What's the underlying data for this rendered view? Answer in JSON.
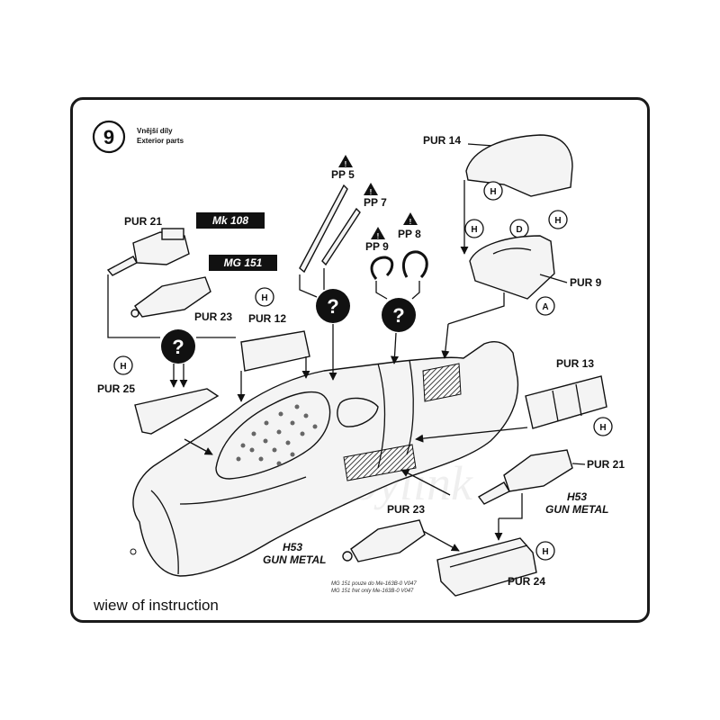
{
  "step_number": "9",
  "step_title_cz": "Vnější díly",
  "step_title_en": "Exterior parts",
  "labels": {
    "pur21_top": "PUR 21",
    "mk108": "Mk 108",
    "mg151": "MG 151",
    "pur23_top": "PUR 23",
    "pur12": "PUR 12",
    "pur25": "PUR 25",
    "pp5": "PP 5",
    "pp7": "PP 7",
    "pp9": "PP 9",
    "pp8": "PP 8",
    "pur14": "PUR 14",
    "pur9": "PUR 9",
    "pur13": "PUR 13",
    "pur21_right": "PUR 21",
    "h53_right": "H53",
    "gun_metal_right": "GUN METAL",
    "pur23_bottom": "PUR 23",
    "h53_left": "H53",
    "gun_metal_left": "GUN METAL",
    "pur24": "PUR 24",
    "note_line1": "MG 151 pouze do Me-163B-0 V047",
    "note_line2": "MG 151 fret only Me-163B-0 V047"
  },
  "markers": {
    "h": "H",
    "d": "D",
    "a": "A",
    "question": "?",
    "warning": "!"
  },
  "caption": "wiew of instruction",
  "watermark": "Hobbylink",
  "colors": {
    "ink": "#111111",
    "background": "#ffffff"
  }
}
